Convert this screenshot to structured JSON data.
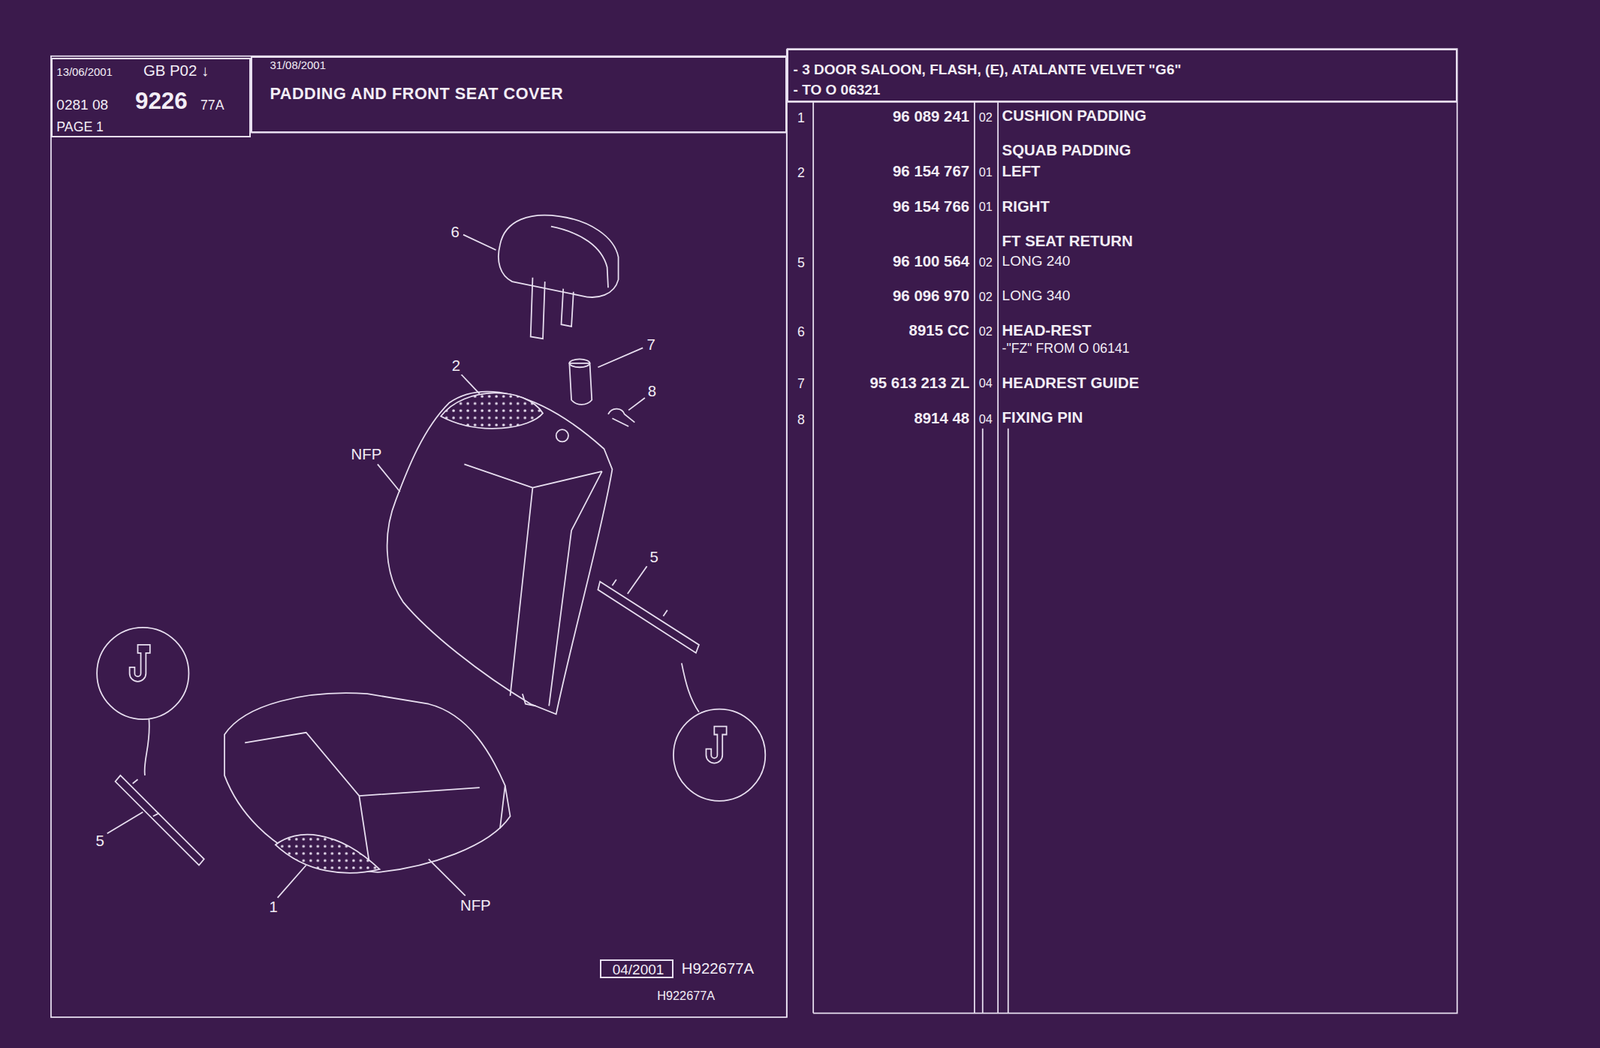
{
  "diagram": {
    "title": "PADDING AND FRONT SEAT COVER",
    "nodes": [
      {
        "text": [
          "13/06/2001",
          "GB P02 ↓",
          "0281 08",
          "9226",
          "77A",
          "PAGE 1"
        ]
      },
      {
        "text": [
          "31/08/2001"
        ]
      },
      {
        "text": [
          "- 3 DOOR SALOON, FLASH, (E), ATALANTE VELVET \"G6\"",
          "- TO O 06321"
        ]
      },
      {
        "text": [
          "04/2001"
        ]
      }
    ],
    "labels": [
      "6",
      "7",
      "2",
      "8",
      "NFP",
      "5",
      "5",
      "1",
      "NFP",
      "H922677A",
      "H922677A",
      "1",
      "96 089 241",
      "02",
      "CUSHION PADDING",
      "SQUAB PADDING",
      "2",
      "96 154 767",
      "01",
      "LEFT",
      "96 154 766",
      "01",
      "RIGHT",
      "FT SEAT RETURN",
      "5",
      "96 100 564",
      "02",
      "LONG 240",
      "96 096 970",
      "02",
      "LONG 340",
      "6",
      "8915 CC",
      "02",
      "HEAD-REST",
      "-\"FZ\" FROM O 06141",
      "7",
      "95 613 213 ZL",
      "04",
      "HEADREST GUIDE",
      "8",
      "8914 48",
      "04",
      "FIXING PIN"
    ]
  }
}
